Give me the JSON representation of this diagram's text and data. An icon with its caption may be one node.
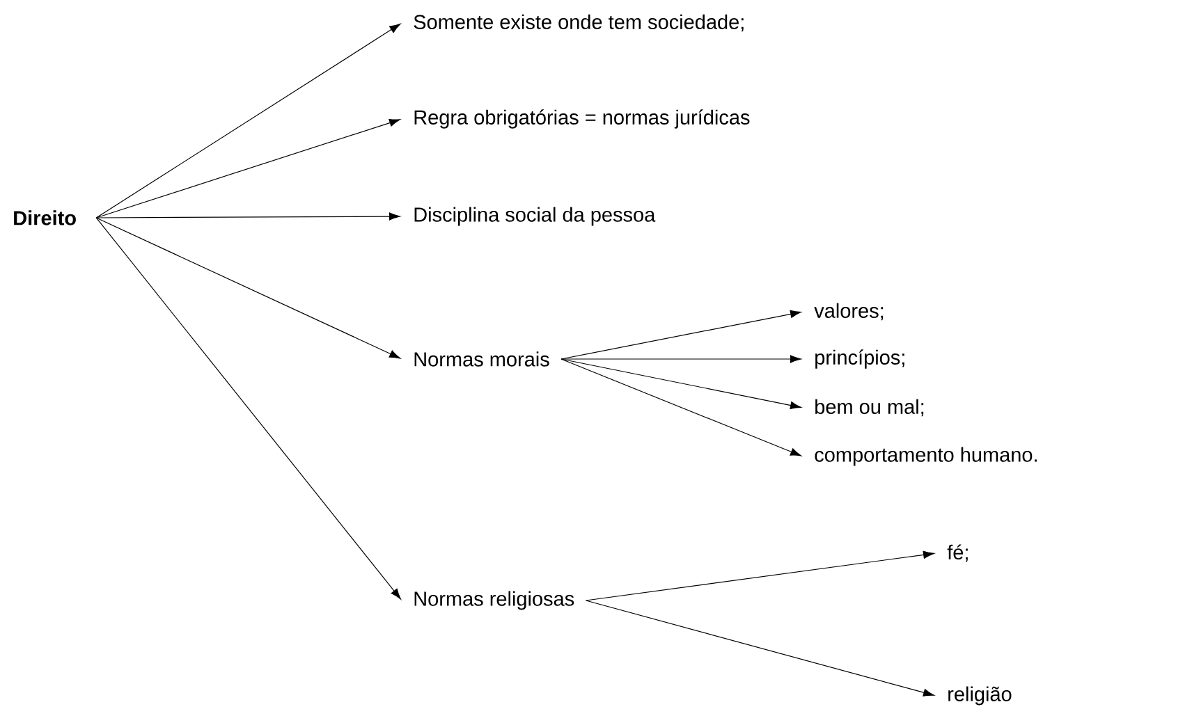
{
  "diagram": {
    "nodes": [
      {
        "text": [
          "Direito"
        ]
      },
      {
        "text": [
          "Somente existe onde tem sociedade;"
        ]
      },
      {
        "text": [
          "Regra obrigatórias = normas jurídicas"
        ]
      },
      {
        "text": [
          "Disciplina social da pessoa"
        ]
      },
      {
        "text": [
          "Normas morais"
        ]
      },
      {
        "text": [
          "Normas religiosas"
        ]
      },
      {
        "text": [
          "valores;"
        ]
      },
      {
        "text": [
          "princípios;"
        ]
      },
      {
        "text": [
          "bem ou mal;"
        ]
      },
      {
        "text": [
          "comportamento humano."
        ]
      },
      {
        "text": [
          "fé;"
        ]
      },
      {
        "text": [
          "religião"
        ]
      }
    ],
    "edges": [
      {
        "from": 0,
        "to": 1,
        "arrow": "to"
      },
      {
        "from": 0,
        "to": 2,
        "arrow": "to"
      },
      {
        "from": 0,
        "to": 3,
        "arrow": "to"
      },
      {
        "from": 0,
        "to": 4,
        "arrow": "to"
      },
      {
        "from": 0,
        "to": 5,
        "arrow": "to"
      },
      {
        "from": 4,
        "to": 6,
        "arrow": "to"
      },
      {
        "from": 4,
        "to": 7,
        "arrow": "to"
      },
      {
        "from": 4,
        "to": 8,
        "arrow": "to"
      },
      {
        "from": 4,
        "to": 9,
        "arrow": "to"
      },
      {
        "from": 5,
        "to": 10,
        "arrow": "to"
      },
      {
        "from": 5,
        "to": 11,
        "arrow": "to"
      }
    ]
  }
}
